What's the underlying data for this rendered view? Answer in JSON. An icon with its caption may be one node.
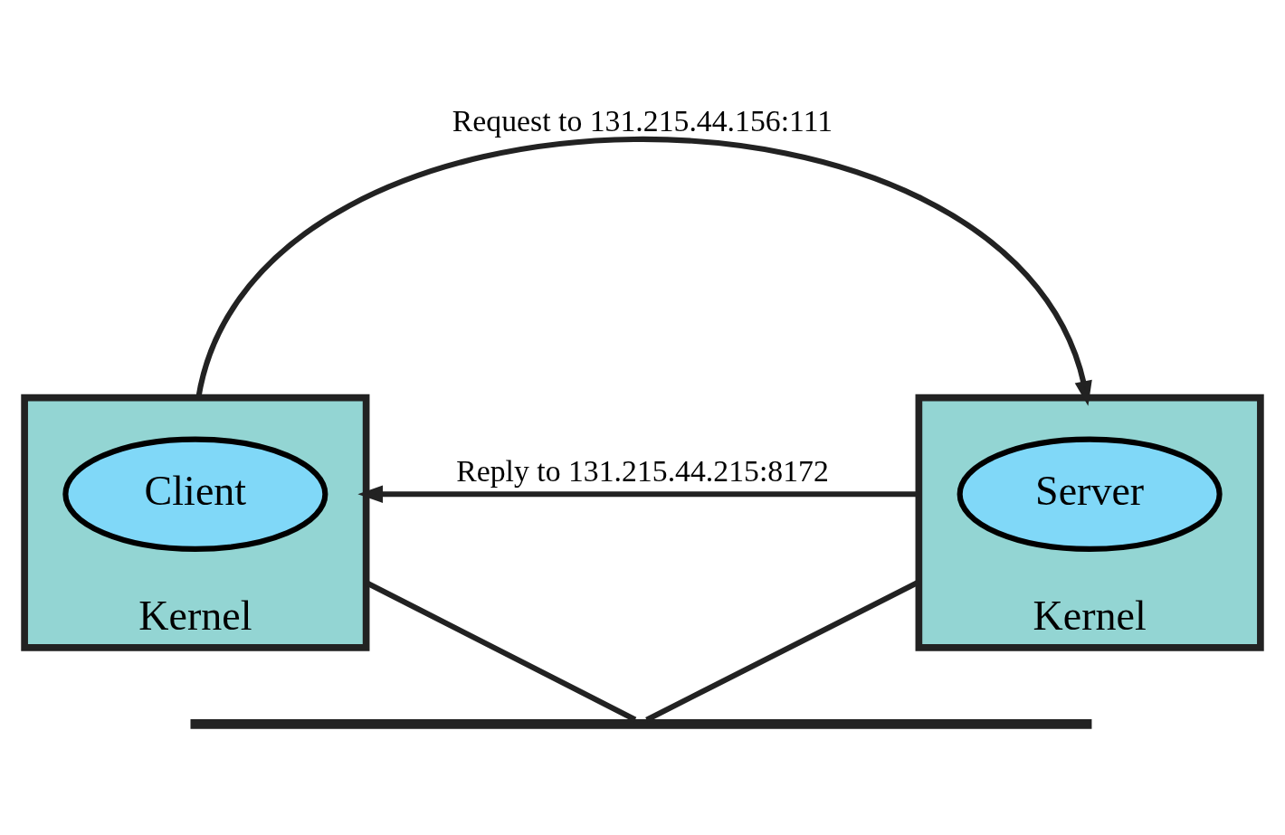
{
  "diagram": {
    "nodes": [
      {
        "text": [
          "Kernel"
        ]
      },
      {
        "text": [
          "Client"
        ],
        "in": 0
      },
      {
        "text": [
          "Kernel"
        ]
      },
      {
        "text": [
          "Server"
        ],
        "in": 2
      },
      {
        "text": [],
        "shape": "bar"
      }
    ],
    "edges": [
      {
        "from": 0,
        "to": 2,
        "arrow": "to",
        "label": "Request to 131.215.44.156:111"
      },
      {
        "from": 2,
        "to": 0,
        "arrow": "to",
        "label": "Reply to 131.215.44.215:8172"
      },
      {
        "from": 0,
        "to": 4,
        "arrow": "none"
      },
      {
        "from": 2,
        "to": 4,
        "arrow": "none"
      }
    ]
  }
}
